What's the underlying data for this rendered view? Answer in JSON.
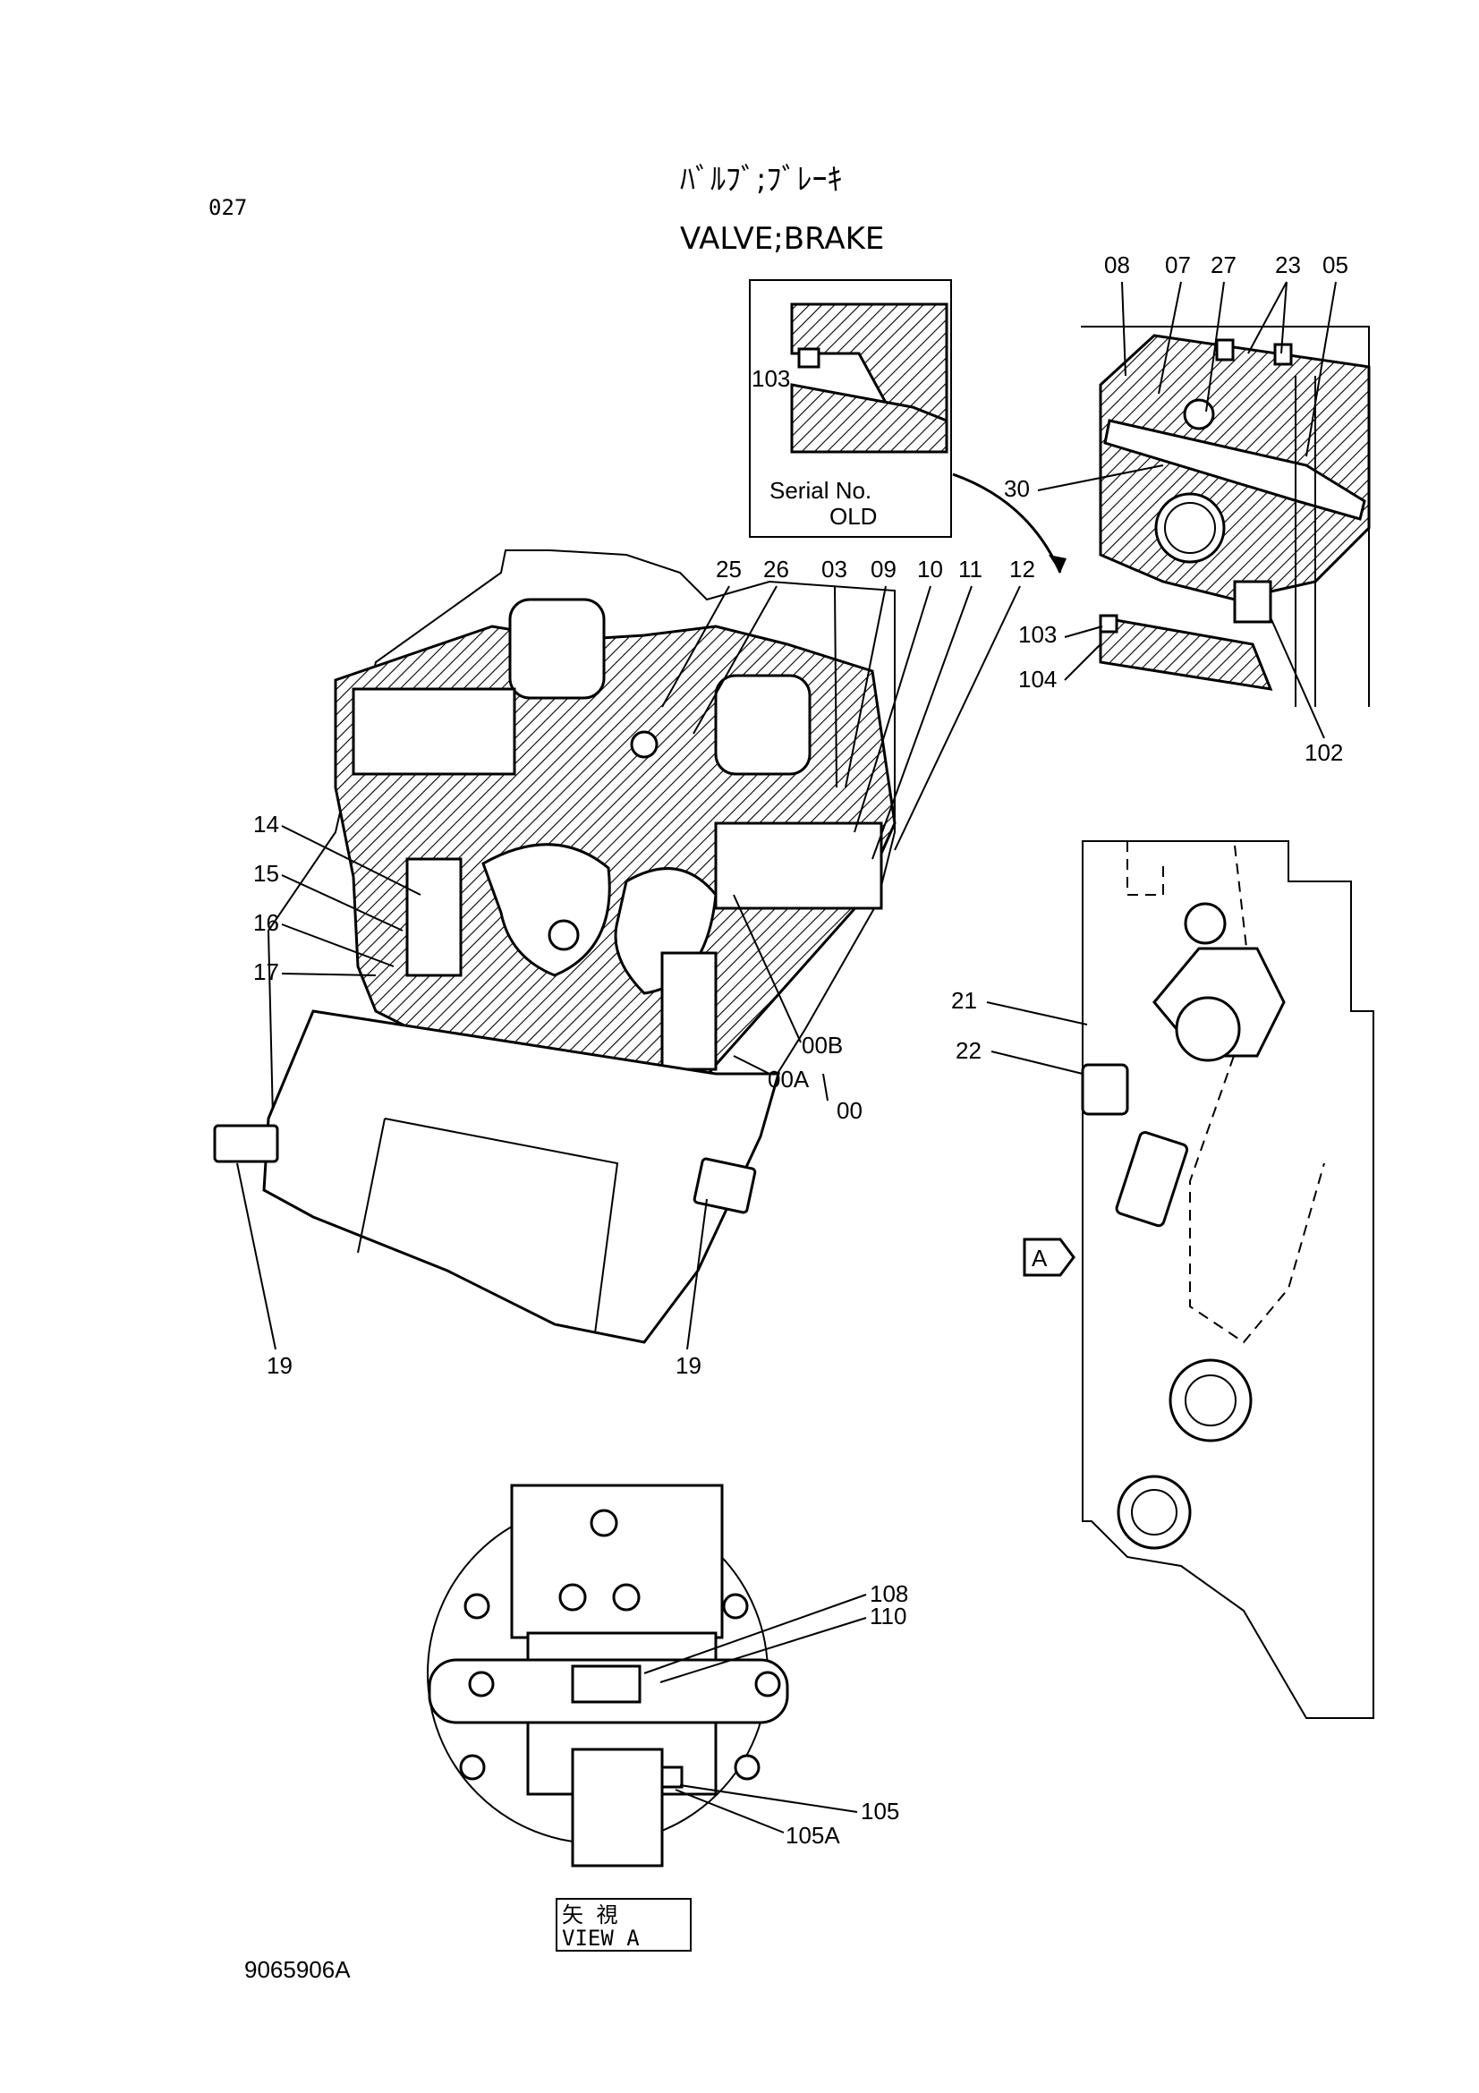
{
  "page_number": "027",
  "title_jp": "ﾊﾞﾙﾌﾞ;ﾌﾞﾚｰｷ",
  "title_en": "VALVE;BRAKE",
  "inset": {
    "part": "103",
    "serial_label": "Serial No.",
    "serial_value": "OLD"
  },
  "detail_labels": {
    "l08": "08",
    "l07": "07",
    "l27": "27",
    "l23": "23",
    "l05": "05",
    "l30": "30",
    "l103": "103",
    "l104": "104",
    "l102": "102"
  },
  "main_labels": {
    "l25": "25",
    "l26": "26",
    "l03": "03",
    "l09": "09",
    "l10": "10",
    "l11": "11",
    "l12": "12",
    "l14": "14",
    "l15": "15",
    "l16": "16",
    "l17": "17",
    "l00B": "00B",
    "l00A": "00A",
    "l00": "00",
    "l19a": "19",
    "l19b": "19"
  },
  "side_labels": {
    "l21": "21",
    "l22": "22",
    "arrowA": "A"
  },
  "view_labels": {
    "l108": "108",
    "l110": "110",
    "l105": "105",
    "l105A": "105A",
    "view_jp": "矢 視",
    "view_en": "VIEW A"
  },
  "drawing_number": "9065906A"
}
